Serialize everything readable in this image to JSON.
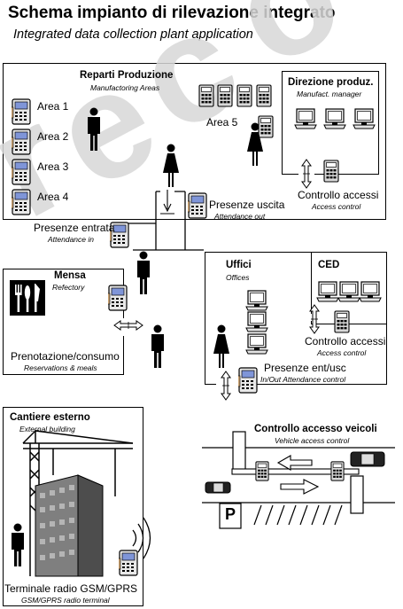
{
  "header": {
    "title": "Schema impianto di rilevazione integrato",
    "subtitle": "Integrated data collection plant application"
  },
  "production": {
    "title": "Reparti Produzione",
    "subtitle": "Manufactoring Areas",
    "areas": [
      "Area 1",
      "Area 2",
      "Area 3",
      "Area 4",
      "Area 5"
    ],
    "attendance_out": "Presenze uscita",
    "attendance_out_sub": "Attendance out",
    "manager_title": "Direzione produz.",
    "manager_sub": "Manufact. manager",
    "access_control": "Controllo accessi",
    "access_control_sub": "Access control"
  },
  "entrance": {
    "label": "Presenze entrata",
    "sub": "Attendance in"
  },
  "refectory": {
    "title": "Mensa",
    "subtitle": "Refectory",
    "reservations": "Prenotazione/consumo",
    "reservations_sub": "Reservations & meals"
  },
  "offices": {
    "title": "Uffici",
    "subtitle": "Offices",
    "ced": "CED",
    "access_control": "Controllo accessi",
    "access_control_sub": "Access control",
    "attendance": "Presenze ent/usc",
    "attendance_sub": "In/Out Attendance control"
  },
  "external": {
    "title": "Cantiere esterno",
    "subtitle": "External building",
    "terminal": "Terminale radio GSM/GPRS",
    "terminal_sub": "GSM/GPRS radio terminal"
  },
  "vehicles": {
    "title": "Controllo accesso veicoli",
    "subtitle": "Vehicle access control",
    "parking_sign": "P"
  },
  "watermark": "reco"
}
